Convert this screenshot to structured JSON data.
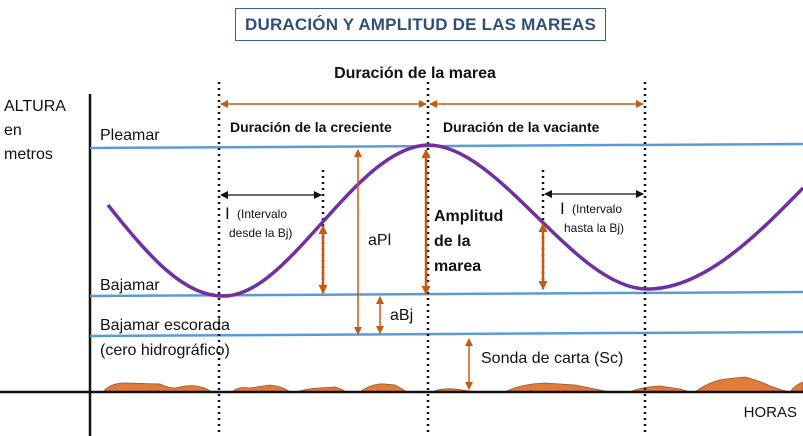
{
  "title": "DURACIÓN Y AMPLITUD DE LAS MAREAS",
  "duration_title": "Duración de la marea",
  "y_axis": {
    "line1": "ALTURA",
    "line2": "en",
    "line3": "metros"
  },
  "x_axis": {
    "label": "HORAS"
  },
  "levels": {
    "pleamar": "Pleamar",
    "bajamar": "Bajamar",
    "bajamar_escorada": "Bajamar escorada",
    "cero_hidrografico": "(cero hidrográfico)"
  },
  "durations": {
    "creciente": "Duración de la creciente",
    "vaciante": "Duración de la vaciante"
  },
  "intervals": {
    "left": {
      "symbol": "I",
      "text1": "(Intervalo",
      "text2": "desde la Bj)"
    },
    "right": {
      "symbol": "I",
      "text1": "(Intervalo",
      "text2": "hasta la Bj)"
    }
  },
  "amplitude": {
    "line1": "Amplitud",
    "line2": "de la",
    "line3": "marea"
  },
  "apl": "aPl",
  "abj": "aBj",
  "sonda": "Sonda de carta (Sc)",
  "colors": {
    "title": "#2e4f7a",
    "level_line": "#5b9bd5",
    "tide_curve": "#7030a0",
    "arrow": "#c55a11",
    "dark_arrow": "#7a3a10",
    "seabed": "#e07b39"
  }
}
